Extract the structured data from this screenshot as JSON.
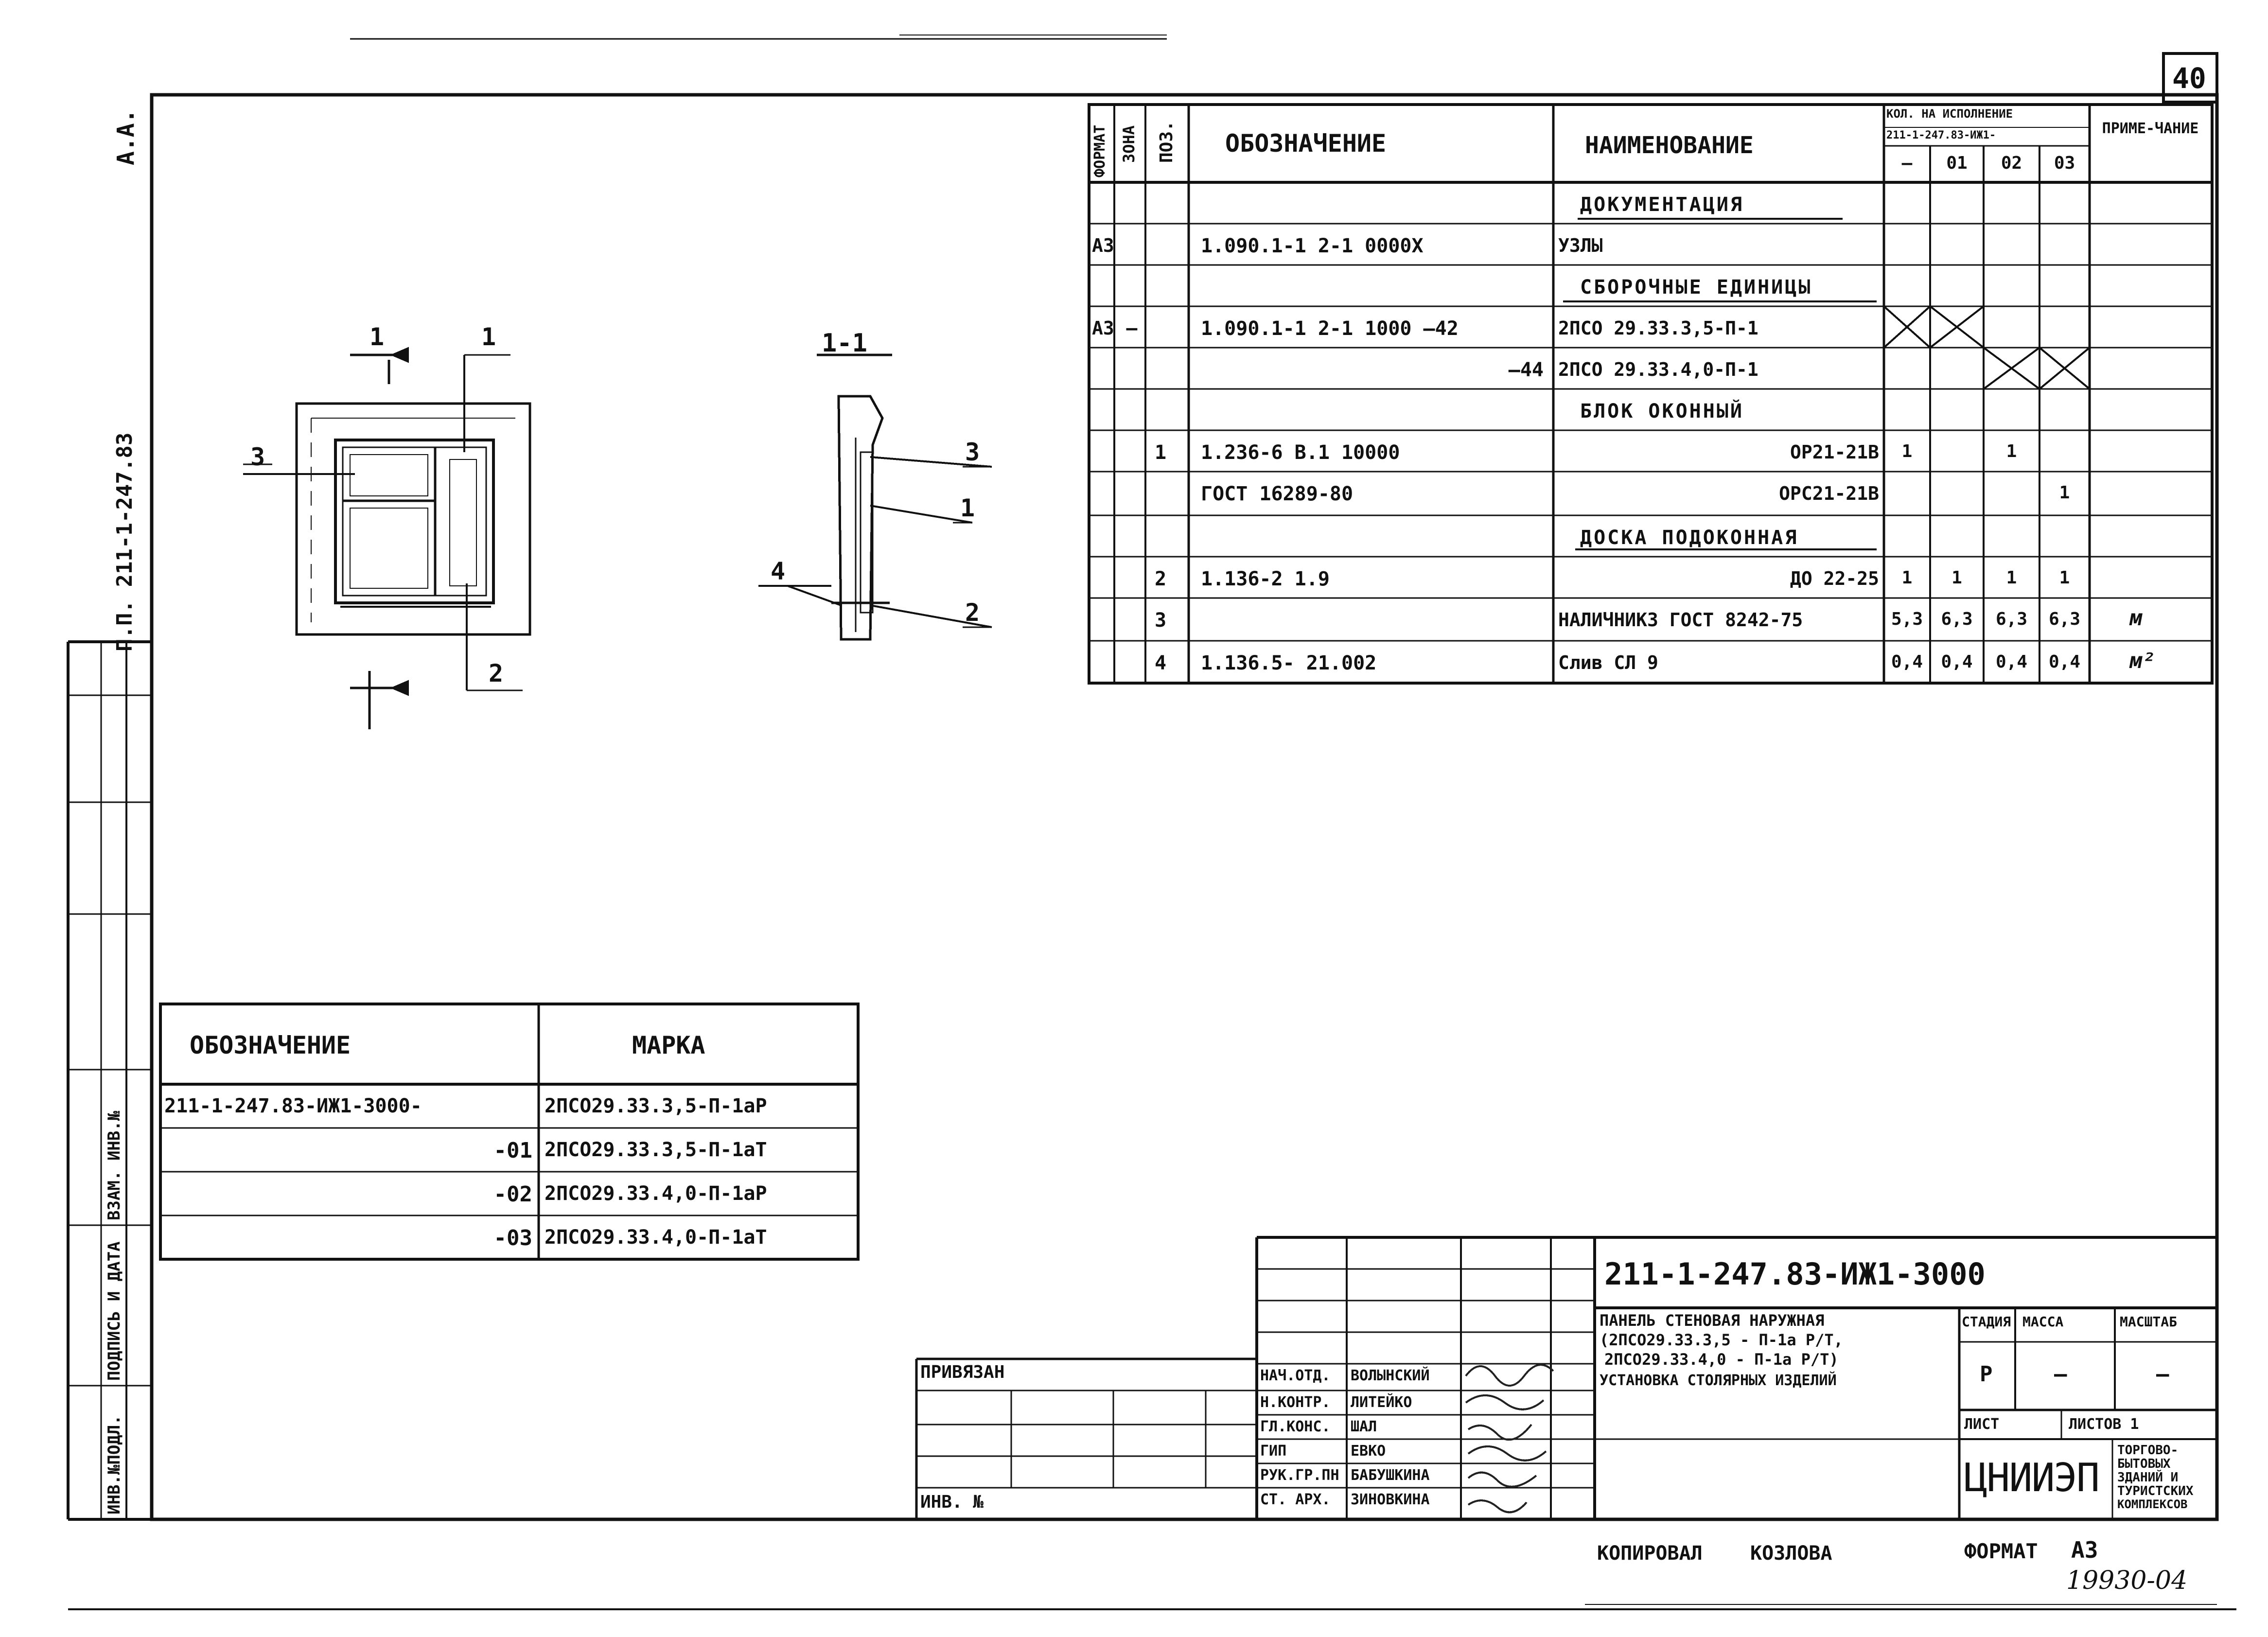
{
  "sheet": {
    "sheet_number": "40",
    "top_left_code": "П.П. 211-1-247.83",
    "top_left_mark": "А.А."
  },
  "spec": {
    "headers": {
      "format": "ФОРМАТ",
      "zone": "ЗОНА",
      "pos": "ПОЗ.",
      "designation": "ОБОЗНАЧЕНИЕ",
      "name": "НАИМЕНОВАНИЕ",
      "qty": "КОЛ. НА ИСПОЛНЕНИЕ",
      "qty_sub": "211-1-247.83-ИЖ1-",
      "variants": [
        "—",
        "01",
        "02",
        "03"
      ],
      "note": "ПРИМЕ-ЧАНИЕ"
    },
    "rows": [
      {
        "format": "",
        "zone": "",
        "pos": "",
        "designation": "",
        "name": "ДОКУМЕНТАЦИЯ",
        "section": true,
        "q": [
          "",
          "",
          "",
          ""
        ],
        "note": ""
      },
      {
        "format": "А3",
        "zone": "",
        "pos": "",
        "designation": "1.090.1-1 2-1 0000Х",
        "name": "УЗЛЫ",
        "section": false,
        "q": [
          "",
          "",
          "",
          ""
        ],
        "note": ""
      },
      {
        "format": "",
        "zone": "",
        "pos": "",
        "designation": "",
        "name": "СБОРОЧНЫЕ ЕДИНИЦЫ",
        "section": true,
        "q": [
          "",
          "",
          "",
          ""
        ],
        "note": ""
      },
      {
        "format": "А3",
        "zone": "—",
        "pos": "",
        "designation": "1.090.1-1 2-1 1000 —42",
        "name": "2ПСО 29.33.3,5-П-1",
        "section": false,
        "q": [
          "X",
          "X",
          "",
          ""
        ],
        "note": ""
      },
      {
        "format": "",
        "zone": "",
        "pos": "",
        "designation": "—44",
        "name": "2ПСО 29.33.4,0-П-1",
        "section": false,
        "q": [
          "",
          "",
          "X",
          "X"
        ],
        "note": ""
      },
      {
        "format": "",
        "zone": "",
        "pos": "",
        "designation": "",
        "name": "БЛОК ОКОННЫЙ",
        "section": true,
        "q": [
          "",
          "",
          "",
          ""
        ],
        "note": ""
      },
      {
        "format": "",
        "zone": "",
        "pos": "1",
        "designation": "1.236-6 В.1 10000",
        "name": "ОР21-21В",
        "section": false,
        "q": [
          "1",
          "",
          "1",
          ""
        ],
        "note": ""
      },
      {
        "format": "",
        "zone": "",
        "pos": "",
        "designation": "ГОСТ 16289-80",
        "name": "ОРС21-21В",
        "section": false,
        "q": [
          "",
          "",
          "",
          "1"
        ],
        "note": ""
      },
      {
        "format": "",
        "zone": "",
        "pos": "",
        "designation": "",
        "name": "ДОСКА ПОДОКОННАЯ",
        "section": true,
        "q": [
          "",
          "",
          "",
          ""
        ],
        "note": ""
      },
      {
        "format": "",
        "zone": "",
        "pos": "2",
        "designation": "1.136-2 1.9",
        "name": "ДО 22-25",
        "section": false,
        "q": [
          "1",
          "1",
          "1",
          "1"
        ],
        "note": ""
      },
      {
        "format": "",
        "zone": "",
        "pos": "3",
        "designation": "",
        "name": "НАЛИЧНИК3 ГОСТ 8242-75",
        "section": false,
        "q": [
          "5,3",
          "6,3",
          "6,3",
          "6,3"
        ],
        "note": "м"
      },
      {
        "format": "",
        "zone": "",
        "pos": "4",
        "designation": "1.136.5- 21.002",
        "name": "Слив СЛ 9",
        "section": false,
        "q": [
          "0,4",
          "0,4",
          "0,4",
          "0,4"
        ],
        "note": "м²"
      }
    ]
  },
  "marks": {
    "headers": {
      "designation": "ОБОЗНАЧЕНИЕ",
      "mark": "МАРКА"
    },
    "rows": [
      {
        "designation": "211-1-247.83-ИЖ1-3000-",
        "mark": "2ПСО29.33.3,5-П-1аР"
      },
      {
        "designation": "-01",
        "mark": "2ПСО29.33.3,5-П-1аТ"
      },
      {
        "designation": "-02",
        "mark": "2ПСО29.33.4,0-П-1аР"
      },
      {
        "designation": "-03",
        "mark": "2ПСО29.33.4,0-П-1аТ"
      }
    ]
  },
  "drawing": {
    "section_label": "1-1",
    "callouts": [
      "1",
      "1",
      "2",
      "3",
      "3",
      "1",
      "4",
      "2"
    ]
  },
  "side_strip": {
    "labels": [
      "ИНВ.№ПОДЛ.",
      "ПОДПИСЬ И ДАТА",
      "ВЗАМ. ИНВ.№"
    ]
  },
  "title_block": {
    "code": "211-1-247.83-ИЖ1-3000",
    "title_lines": [
      "ПАНЕЛЬ СТЕНОВАЯ НАРУЖНАЯ",
      "(2ПСО29.33.3,5 - П-1а Р/Т,",
      "2ПСО29.33.4,0 - П-1а Р/Т)",
      "УСТАНОВКА СТОЛЯРНЫХ ИЗДЕЛИЙ"
    ],
    "stage_label": "СТАДИЯ",
    "mass_label": "МАССА",
    "scale_label": "МАСШТАБ",
    "stage": "Р",
    "mass": "—",
    "scale": "—",
    "sheet_label": "ЛИСТ",
    "sheets_label": "ЛИСТОВ 1",
    "org": "ЦНИИЭП",
    "org_sub": [
      "ТОРГОВО-",
      "БЫТОВЫХ",
      "ЗДАНИЙ И",
      "ТУРИСТСКИХ",
      "КОМПЛЕКСОВ"
    ],
    "bound_label": "ПРИВЯЗАН",
    "inv_label": "ИНВ. №",
    "staff": [
      {
        "role": "НАЧ.ОТД.",
        "name": "ВОЛЫНСКИЙ"
      },
      {
        "role": "Н.КОНТР.",
        "name": "ЛИТЕЙКО"
      },
      {
        "role": "ГЛ.КОНС.",
        "name": "ШАЛ"
      },
      {
        "role": "ГИП",
        "name": "ЕВКО"
      },
      {
        "role": "РУК.ГР.ПН",
        "name": "БАБУШКИНА"
      },
      {
        "role": "СТ. АРХ.",
        "name": "ЗИНОВКИНА"
      }
    ]
  },
  "footer": {
    "copied_label": "КОПИРОВАЛ",
    "copied_name": "КОЗЛОВА",
    "format_label": "ФОРМАТ",
    "format_value": "А3",
    "archive_no": "19930-04"
  }
}
